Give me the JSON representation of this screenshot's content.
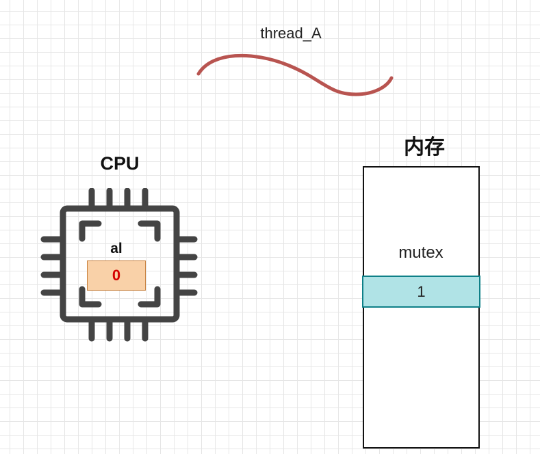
{
  "thread": {
    "label": "thread_A"
  },
  "cpu": {
    "title": "CPU",
    "register": {
      "name": "al",
      "value": "0"
    }
  },
  "memory": {
    "title": "内存",
    "variable": {
      "name": "mutex",
      "value": "1"
    }
  },
  "colors": {
    "wave": "#b85450",
    "register_fill": "#f9d1a8",
    "register_value": "#d40000",
    "mutex_fill": "#b0e3e6",
    "mutex_border": "#0e8088",
    "chip": "#444444"
  }
}
